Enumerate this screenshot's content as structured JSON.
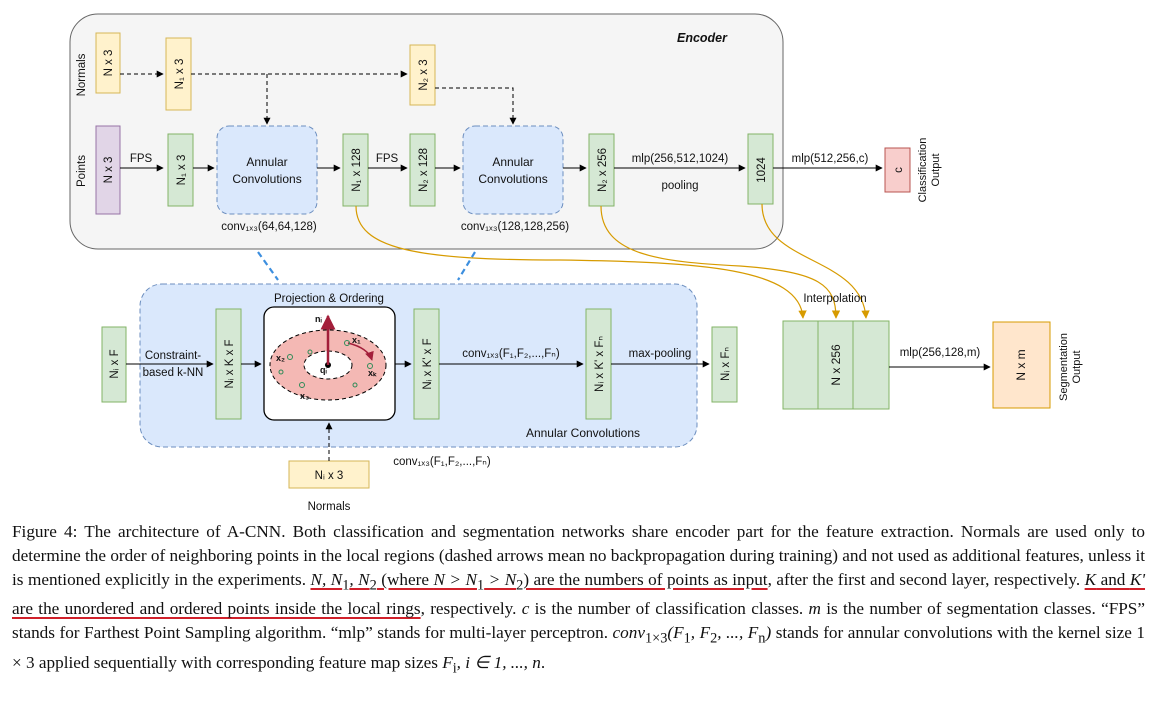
{
  "encoder": {
    "title": "Encoder",
    "row_labels": {
      "normals": "Normals",
      "points": "Points"
    },
    "normals_blocks": [
      "N x 3",
      "N₁ x 3",
      "N₂ x 3"
    ],
    "point_blocks": [
      "N x 3",
      "N₁ x 3",
      "N₁ x 128",
      "N₂ x 128",
      "N₂ x 256",
      "1024"
    ],
    "fps": "FPS",
    "annular_line1": "Annular",
    "annular_line2": "Convolutions",
    "conv_label_1": "conv₁ₓ₃(64,64,128)",
    "conv_label_2": "conv₁ₓ₃(128,128,256)",
    "mlp_encoder": "mlp(256,512,1024)",
    "pooling": "pooling"
  },
  "classification": {
    "mlp": "mlp(512,256,c)",
    "output_block": "c",
    "output_line1": "Classification",
    "output_line2": "Output"
  },
  "segmentation": {
    "interpolation": "Interpolation",
    "block": "N x 256",
    "mlp": "mlp(256,128,m)",
    "output_block": "N x m",
    "output_line1": "Segmentation",
    "output_line2": "Output"
  },
  "annular_detail": {
    "input_block": "Nᵢ x F",
    "knn_line1": "Constraint-",
    "knn_line2": "based k-NN",
    "block_knn": "Nᵢ x K x F",
    "projection_title": "Projection & Ordering",
    "ring_labels": {
      "normal": "nᵢ",
      "center": "qᵢ",
      "x1": "x₁",
      "x2": "x₂",
      "x3": "x₃",
      "xk": "xₖ"
    },
    "block_ordered": "Nᵢ x K' x F",
    "conv_label": "conv₁ₓ₃(F₁,F₂,...,Fₙ)",
    "block_conv": "Nᵢ x K' x Fₙ",
    "maxpool": "max-pooling",
    "output_block": "Nᵢ x Fₙ",
    "group_title": "Annular Convolutions",
    "normals_block": "Nᵢ x 3",
    "normals_label": "Normals",
    "conv_label_bottom": "conv₁ₓ₃(F₁,F₂,...,Fₙ)"
  },
  "caption": {
    "p01": "Figure 4: The architecture of A-CNN. Both classification and segmentation networks share encoder part for the feature extraction. Normals are used only to determine the order of neighboring points in the local regions (dashed arrows mean no backpropagation during training) and not used as additional features, unless it is mentioned explicitly in the experiments. ",
    "m01": "N, N",
    "s01": "1",
    "m02": ", N",
    "s02": "2",
    "p02": " (where ",
    "m03": "N > N",
    "s03": "1",
    "m04": " > N",
    "s04": "2",
    "p03": ") are the numbers of points as input",
    "p04": ", after the first and second layer, respectively. ",
    "m05": "K",
    "p05": " and ",
    "m06": "K'",
    "p06": " are the unordered and ordered points inside the local rings",
    "p07": ", respectively. ",
    "m07": "c",
    "p08": " is the number of classification classes. ",
    "m08": "m",
    "p09": " is the number of segmentation classes. “FPS” stands for Farthest Point Sampling algorithm. “mlp” stands for multi-layer perceptron. ",
    "m09": "conv",
    "s05": "1×3",
    "m10": "(F",
    "s06": "1",
    "m11": ", F",
    "s07": "2",
    "m12": ", ..., F",
    "s08": "n",
    "m13": ")",
    "p10": " stands for annular convolutions with the kernel size 1 × 3 applied sequentially with corresponding feature map sizes ",
    "m14": "F",
    "s09": "i",
    "m15": ", i ∈ 1, ..., n",
    "p11": "."
  },
  "colors": {
    "normals_fill": "#fff2cc",
    "normals_stroke": "#d6b656",
    "points_fill": "#e1d5e7",
    "points_stroke": "#9673a6",
    "feature_fill": "#d5e8d4",
    "feature_stroke": "#82b366",
    "annular_fill": "#dae8fc",
    "annular_stroke": "#6c8ebf",
    "class_fill": "#f8cecc",
    "class_stroke": "#b85450",
    "seg_fill": "#ffe6cc",
    "seg_stroke": "#d79b00",
    "orange_line": "#d79b00",
    "encoder_fill": "#f5f5f5"
  }
}
